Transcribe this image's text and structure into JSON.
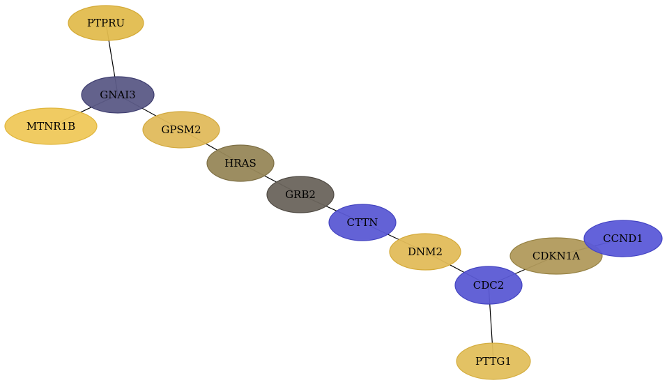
{
  "nodes": [
    {
      "id": "PTPRU",
      "label": "PTPRU",
      "fill": "#e2bc4e",
      "stroke": "#d4aa36"
    },
    {
      "id": "GNAI3",
      "label": "GNAI3",
      "fill": "#5b5a86",
      "stroke": "#3f3e70"
    },
    {
      "id": "MTNR1B",
      "label": "MTNR1B",
      "fill": "#efc85a",
      "stroke": "#e0b63c"
    },
    {
      "id": "GPSM2",
      "label": "GPSM2",
      "fill": "#e0bb5c",
      "stroke": "#d2a93e"
    },
    {
      "id": "HRAS",
      "label": "HRAS",
      "fill": "#978759",
      "stroke": "#7d6f45"
    },
    {
      "id": "GRB2",
      "label": "GRB2",
      "fill": "#6a645c",
      "stroke": "#4f4a43"
    },
    {
      "id": "CTTN",
      "label": "CTTN",
      "fill": "#5b5ad4",
      "stroke": "#4444c0"
    },
    {
      "id": "DNM2",
      "label": "DNM2",
      "fill": "#e2bc5a",
      "stroke": "#d4aa3a"
    },
    {
      "id": "CDKN1A",
      "label": "CDKN1A",
      "fill": "#b19a5c",
      "stroke": "#968244"
    },
    {
      "id": "CCND1",
      "label": "CCND1",
      "fill": "#5b5ad8",
      "stroke": "#4444c4"
    },
    {
      "id": "CDC2",
      "label": "CDC2",
      "fill": "#5b5ad4",
      "stroke": "#4444c0"
    },
    {
      "id": "PTTG1",
      "label": "PTTG1",
      "fill": "#e2bf5c",
      "stroke": "#d4ad3e"
    }
  ],
  "edges": [
    [
      "PTPRU",
      "GNAI3"
    ],
    [
      "GNAI3",
      "MTNR1B"
    ],
    [
      "GNAI3",
      "GPSM2"
    ],
    [
      "GPSM2",
      "HRAS"
    ],
    [
      "HRAS",
      "GRB2"
    ],
    [
      "GRB2",
      "CTTN"
    ],
    [
      "CTTN",
      "DNM2"
    ],
    [
      "DNM2",
      "CDC2"
    ],
    [
      "CDC2",
      "CDKN1A"
    ],
    [
      "CDKN1A",
      "CCND1"
    ],
    [
      "CDC2",
      "PTTG1"
    ]
  ]
}
